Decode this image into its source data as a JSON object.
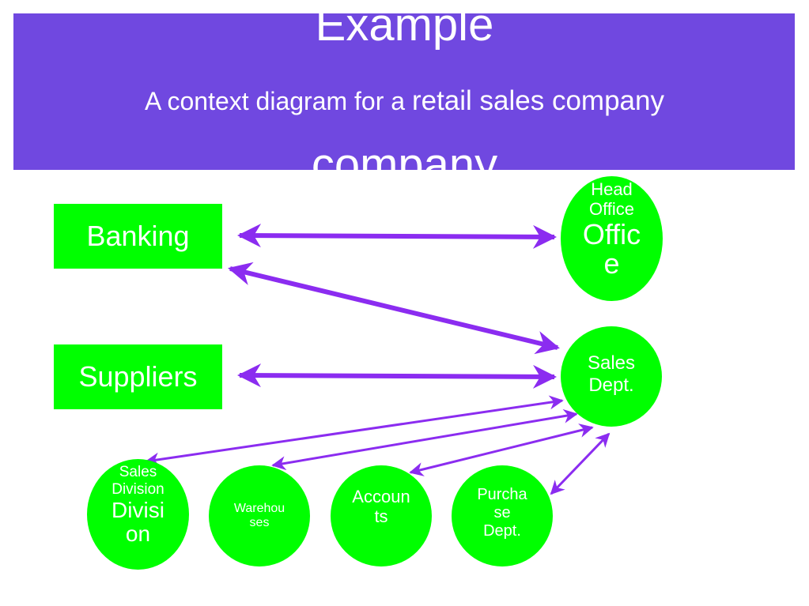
{
  "title": {
    "line1": "Example",
    "line2_prefix": "A context diagram for a ",
    "line2_suffix": "retail sales company",
    "line3": "company"
  },
  "entities": {
    "banking": "Banking",
    "suppliers": "Suppliers"
  },
  "processes": {
    "head_office": {
      "small": [
        "Head",
        "Office"
      ],
      "large": [
        "Offic",
        "e"
      ]
    },
    "sales_dept": {
      "lines": [
        "Sales",
        "Dept."
      ]
    },
    "sales_division": {
      "small": [
        "Sales",
        "Division"
      ],
      "large": [
        "Divisi",
        "on"
      ]
    },
    "warehouses": {
      "lines": [
        "Warehou",
        "ses"
      ]
    },
    "accounts": {
      "lines": [
        "Accoun",
        "ts"
      ]
    },
    "purchase_dept": {
      "lines": [
        "Purcha",
        "se",
        "Dept."
      ]
    }
  },
  "colors": {
    "banner": "#7048e0",
    "node_fill": "#00ff00",
    "arrow": "#8b2cf0",
    "text": "#ffffff"
  }
}
